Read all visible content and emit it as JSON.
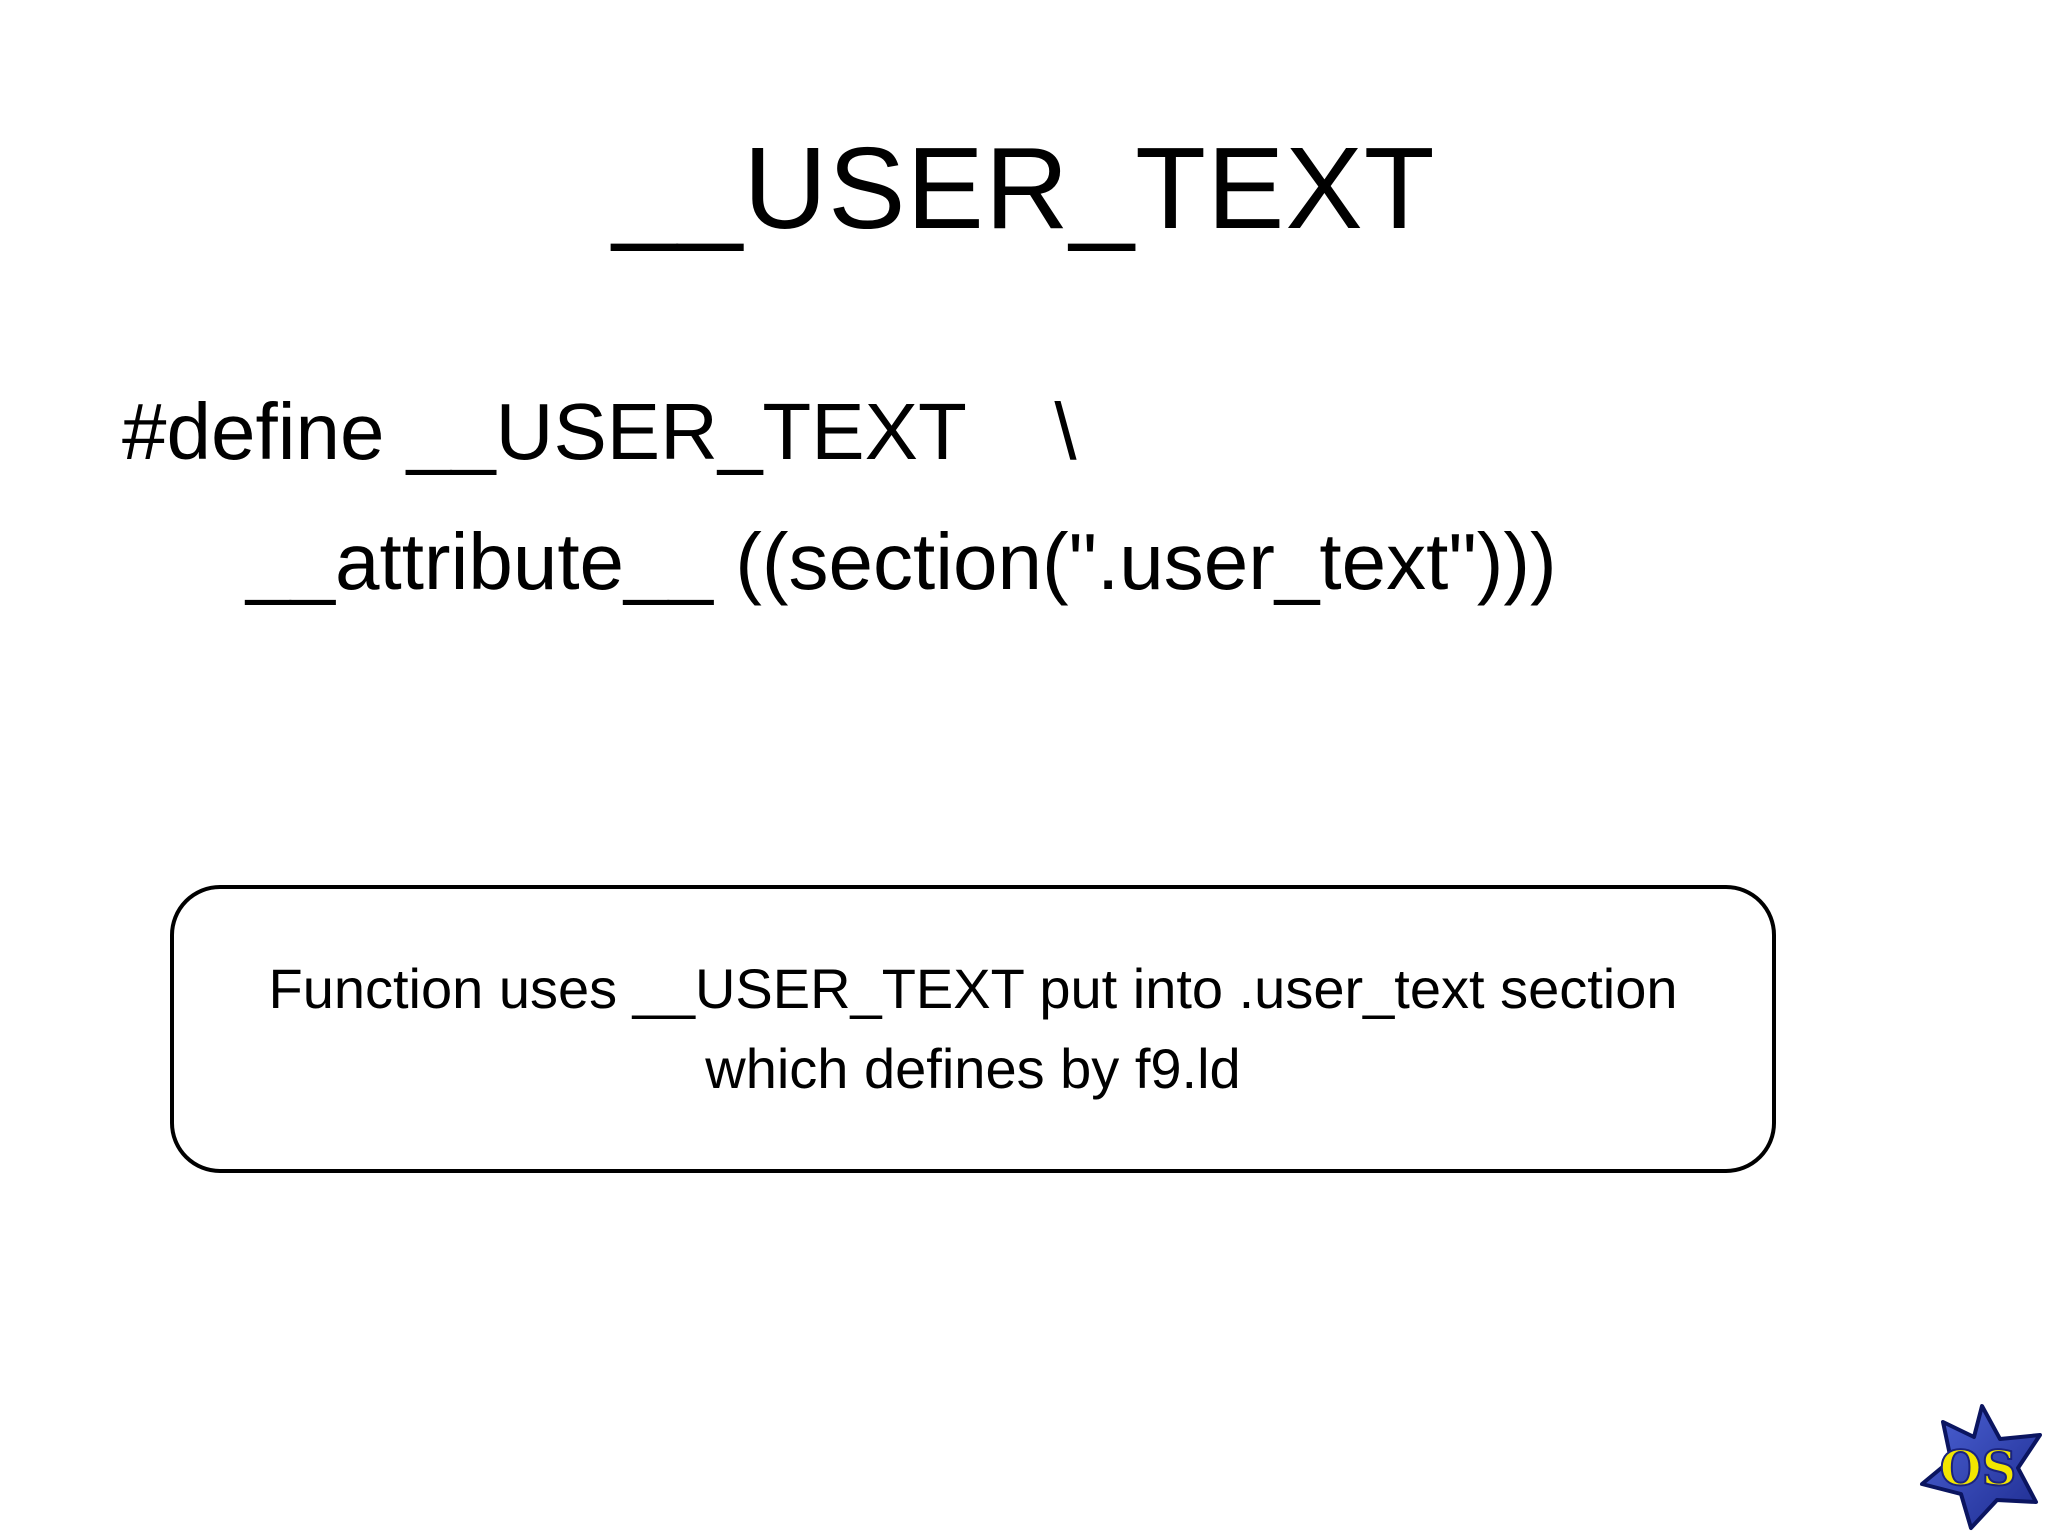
{
  "slide": {
    "title": "__USER_TEXT",
    "code": {
      "line1": "#define __USER_TEXT    \\",
      "line2": "__attribute__ ((section(\".user_text\")))"
    },
    "callout": {
      "line1": "Function uses __USER_TEXT put into .user_text section",
      "line2": "which defines by f9.ld"
    },
    "logo": {
      "icon": "os-star-logo",
      "text": "OS",
      "colors": {
        "star_fill": "#2a3aa8",
        "star_stroke": "#0b1560",
        "text_fill": "#f2e600",
        "text_stroke": "#1a237e"
      }
    }
  }
}
